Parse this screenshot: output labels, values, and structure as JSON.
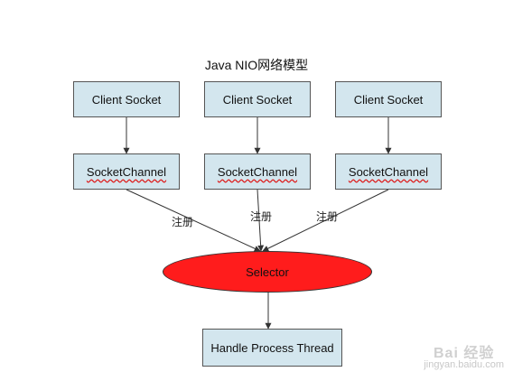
{
  "diagram": {
    "title": "Java NIO网络模型",
    "client_sockets": [
      "Client Socket",
      "Client Socket",
      "Client Socket"
    ],
    "socket_channels": [
      "SocketChannel",
      "SocketChannel",
      "SocketChannel"
    ],
    "register_labels": [
      "注册",
      "注册",
      "注册"
    ],
    "selector": "Selector",
    "handler": "Handle Process Thread",
    "colors": {
      "box_fill": "#d3e6ee",
      "selector_fill": "#ff1c1c",
      "stroke": "#333333"
    }
  },
  "watermark": {
    "logo_text": "Bai 经验",
    "url": "jingyan.baidu.com"
  }
}
